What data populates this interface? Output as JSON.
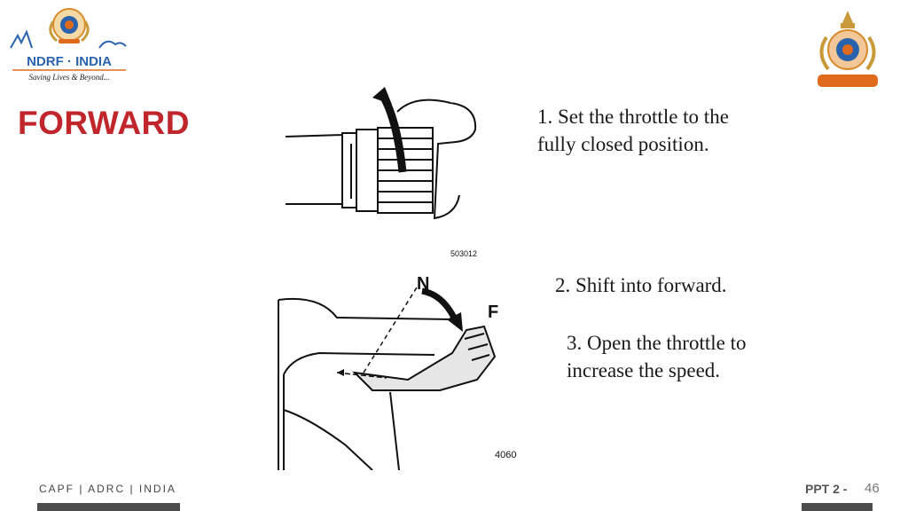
{
  "logo_left": {
    "main_text": "NDRF · INDIA",
    "tagline": "Saving Lives & Beyond..."
  },
  "title": "FORWARD",
  "steps": [
    {
      "line1": "1. Set the throttle to the",
      "line2": "fully closed position."
    },
    {
      "line1": "2. Shift into forward."
    },
    {
      "line1": "3. Open the throttle to",
      "line2": "increase the speed."
    }
  ],
  "figure1": {
    "code": "503012"
  },
  "figure2": {
    "label_n": "N",
    "label_f": "F",
    "code": "4060"
  },
  "footer": {
    "text": "CAPF | ADRC | INDIA",
    "ppt_label": "PPT 2 -",
    "page_number": "46"
  },
  "colors": {
    "title": "#c0262b",
    "ndrf_blue": "#2a63ad",
    "emblem_orange": "#e06a1b",
    "bar": "#4d4d4d"
  }
}
